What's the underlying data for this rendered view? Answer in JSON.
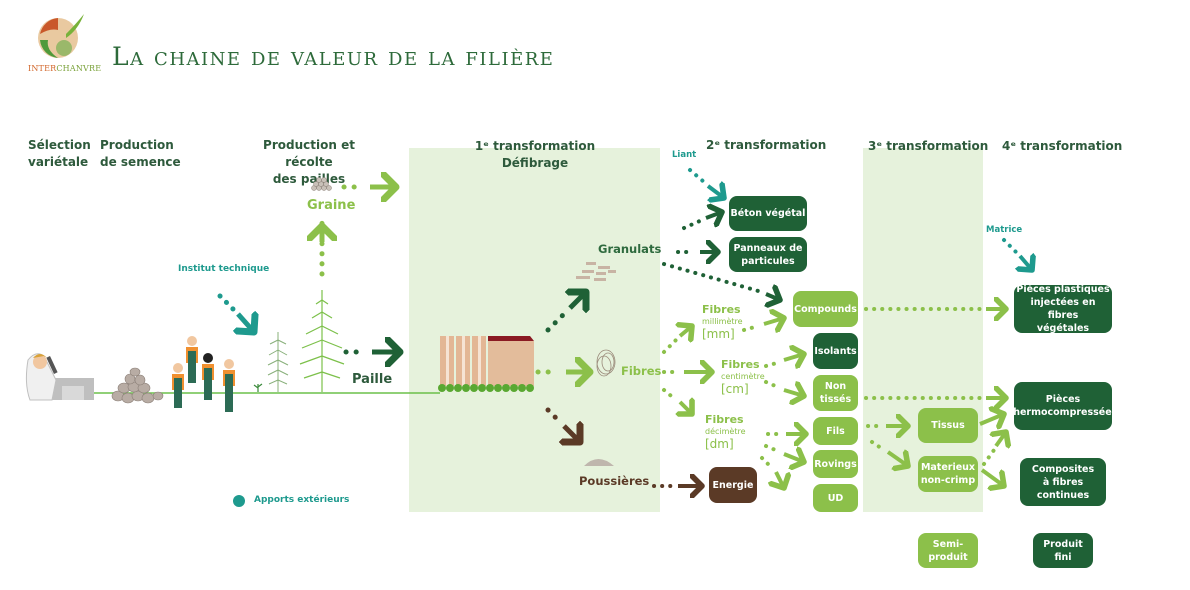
{
  "header": {
    "logo_text_a": "INTER",
    "logo_text_b": "CHANVRE",
    "title": "La chaine de valeur de la filière"
  },
  "stages": {
    "selection": "Sélection\nvariétale",
    "semence": "Production\nde semence",
    "pailles": "Production et récolte\ndes pailles",
    "t1": "1ᵉ transformation\nDéfibrage",
    "t2": "2ᵉ transformation",
    "t3": "3ᵉ transformation",
    "t4": "4ᵉ transformation"
  },
  "labels": {
    "graine": "Graine",
    "paille": "Paille",
    "institut": "Institut technique",
    "liant": "Liant",
    "matrice": "Matrice",
    "granulats": "Granulats",
    "fibres": "Fibres",
    "poussieres": "Poussières",
    "fibres_mm": {
      "title": "Fibres",
      "unit": "millimètre",
      "abbr": "[mm]"
    },
    "fibres_cm": {
      "title": "Fibres",
      "unit": "centimètre",
      "abbr": "[cm]"
    },
    "fibres_dm": {
      "title": "Fibres",
      "unit": "décimètre",
      "abbr": "[dm]"
    }
  },
  "boxes": {
    "beton": "Béton végétal",
    "panneaux": "Panneaux de\nparticules",
    "compounds": "Compounds",
    "isolants": "Isolants",
    "non_tisses": "Non\ntissés",
    "fils": "Fils",
    "rovings": "Rovings",
    "ud": "UD",
    "energie": "Energie",
    "tissus": "Tissus",
    "non_crimp": "Materieux\nnon-crimp",
    "pieces_plastiques": "Pièces plastiques\ninjectées en fibres\nvégétales",
    "pieces_thermo": "Pièces\nthermocompressées",
    "composites": "Composites\nà fibres\ncontinues"
  },
  "legend": {
    "apports": "Apports extérieurs",
    "semi_produit": "Semi-\nproduit",
    "produit_fini": "Produit\nfini"
  },
  "colors": {
    "dark_green": "#1f6136",
    "light_green": "#8cc04a",
    "brown": "#5b3a26",
    "teal": "#1e9a8e",
    "panel": "#e6f2dc",
    "title": "#2d6a3a"
  }
}
